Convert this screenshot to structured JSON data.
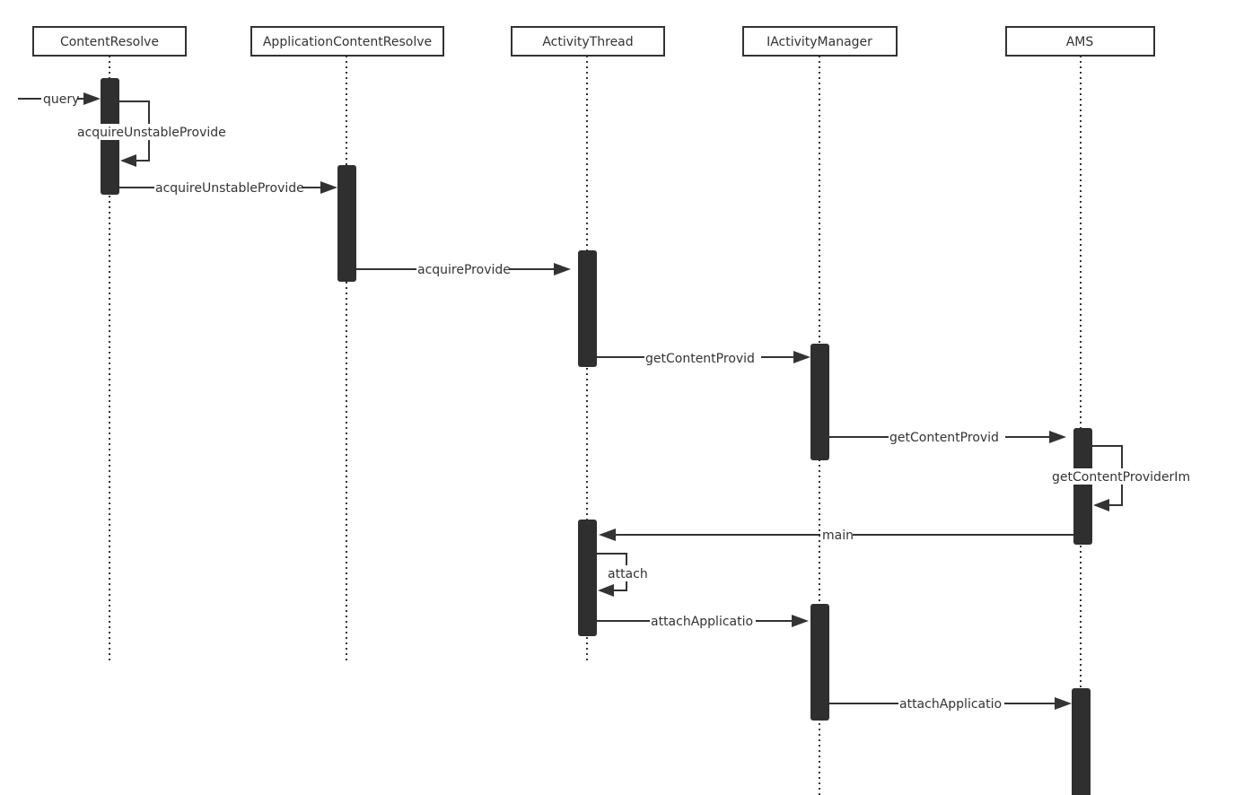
{
  "participants": [
    {
      "id": "content-resolve",
      "label": "ContentResolve"
    },
    {
      "id": "application-content-resolve",
      "label": "ApplicationContentResolve"
    },
    {
      "id": "activity-thread",
      "label": "ActivityThread"
    },
    {
      "id": "iactivity-manager",
      "label": "IActivityManager"
    },
    {
      "id": "ams",
      "label": "AMS"
    }
  ],
  "messages": [
    {
      "id": "query",
      "label": "query",
      "from": "external",
      "to": "content-resolve"
    },
    {
      "id": "acquire-unstable-provider-self",
      "label": "acquireUnstableProvide",
      "from": "content-resolve",
      "to": "content-resolve"
    },
    {
      "id": "acquire-unstable-provider",
      "label": "acquireUnstableProvide",
      "from": "content-resolve",
      "to": "application-content-resolve"
    },
    {
      "id": "acquire-provider",
      "label": "acquireProvide",
      "from": "application-content-resolve",
      "to": "activity-thread"
    },
    {
      "id": "get-content-provider-1",
      "label": "getContentProvid",
      "from": "activity-thread",
      "to": "iactivity-manager"
    },
    {
      "id": "get-content-provider-2",
      "label": "getContentProvid",
      "from": "iactivity-manager",
      "to": "ams"
    },
    {
      "id": "get-content-provider-impl",
      "label": "getContentProviderIm",
      "from": "ams",
      "to": "ams"
    },
    {
      "id": "main",
      "label": "main",
      "from": "ams",
      "to": "activity-thread"
    },
    {
      "id": "attach",
      "label": "attach",
      "from": "activity-thread",
      "to": "activity-thread"
    },
    {
      "id": "attach-application-1",
      "label": "attachApplicatio",
      "from": "activity-thread",
      "to": "iactivity-manager"
    },
    {
      "id": "attach-application-2",
      "label": "attachApplicatio",
      "from": "iactivity-manager",
      "to": "ams"
    }
  ]
}
